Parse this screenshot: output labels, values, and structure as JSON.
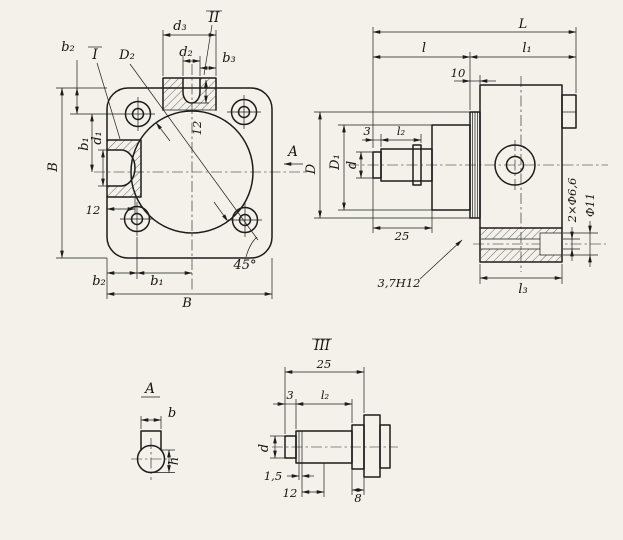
{
  "meta": {
    "paper_color": "#f3f1ea",
    "ink_color": "#1d1c1a",
    "drawing_kind": "pump-housing-technical-drawing"
  },
  "front_view": {
    "b2_top": "b₂",
    "roman_i": "I",
    "D2": "D₂",
    "d3": "d₃",
    "roman_ii": "II",
    "d2": "d₂",
    "b3": "b₃",
    "n12_top": "12",
    "b1_left": "b₁",
    "d1": "d₁",
    "B_left": "В",
    "n12_left": "12",
    "view_arrow": "A",
    "angle45": "45°",
    "b2_bottom": "b₂",
    "b1_bottom": "b₁",
    "B_bottom": "В"
  },
  "side_view": {
    "L": "L",
    "l": "l",
    "l1": "l₁",
    "n10": "10",
    "n3": "3",
    "l2": "l₂",
    "D1": "D₁",
    "D": "D",
    "d": "d",
    "n25": "25",
    "holes": "2×Φ6,6",
    "cbore": "Φ11",
    "slot": "3,7H12",
    "l3": "l₃"
  },
  "view_a": {
    "label": "A",
    "b": "b",
    "h": "h"
  },
  "view_iii": {
    "label": "III",
    "n25": "25",
    "n3": "3",
    "l2": "l₂",
    "d": "d",
    "n15": "1,5",
    "n12": "12",
    "n8": "8"
  }
}
